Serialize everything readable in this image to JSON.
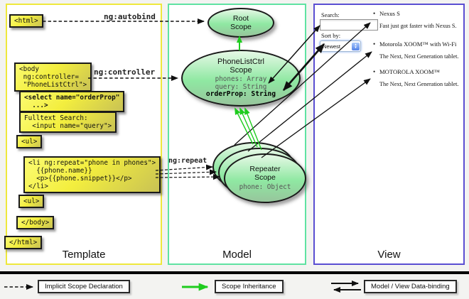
{
  "template_panel": {
    "title": "Template",
    "boxes": {
      "html_open": "<html>",
      "body_open": "<body\n ng:controller=\n \"PhoneListCtrl\">",
      "select": "<select name=\"orderProp\"\n  ...>",
      "fulltext": "Fulltext Search:\n  <input name=\"query\">",
      "ul_1": "<ul>",
      "li_repeat": "<li ng:repeat=\"phone in phones\">\n  {{phone.name}}\n  <p>{{phone.snippet}}</p>\n</li>",
      "ul_2": "<ul>",
      "body_close": "</body>",
      "html_close": "</html>"
    }
  },
  "labels": {
    "ng_autobind": "ng:autobind",
    "ng_controller": "ng:controller",
    "ng_repeat": "ng:repeat"
  },
  "model_panel": {
    "title": "Model",
    "root_scope": {
      "title": "Root\nScope"
    },
    "phonelist_scope": {
      "title": "PhoneListCtrl\nScope",
      "prop_phones": "phones: Array",
      "prop_query": "query: String",
      "prop_orderprop": "orderProp: String"
    },
    "repeater_scope": {
      "title": "Repeater\nScope",
      "prop_phone": "phone: Object"
    }
  },
  "view_panel": {
    "title": "View",
    "search_label": "Search:",
    "sort_label": "Sort by:",
    "sort_value": "Newest",
    "bullet": "•",
    "stepper_up": "▲",
    "stepper_down": "▼",
    "items": [
      {
        "title": "Nexus S",
        "desc": "Fast just got faster with Nexus S."
      },
      {
        "title": "Motorola XOOM™ with Wi-Fi",
        "desc": "The Next, Next Generation tablet."
      },
      {
        "title": "MOTOROLA XOOM™",
        "desc": "The Next, Next Generation tablet."
      }
    ]
  },
  "legend": {
    "implicit": "Implicit Scope Declaration",
    "inheritance": "Scope Inheritance",
    "databinding": "Model / View Data-binding"
  },
  "colors": {
    "template_border": "#eee83c",
    "model_border": "#5fe2a2",
    "view_border": "#5a4ed2",
    "inheritance_green": "#1ecc1e",
    "code_box_yellow": "#f3ee3e",
    "scope_green": "#8fe8a2"
  }
}
